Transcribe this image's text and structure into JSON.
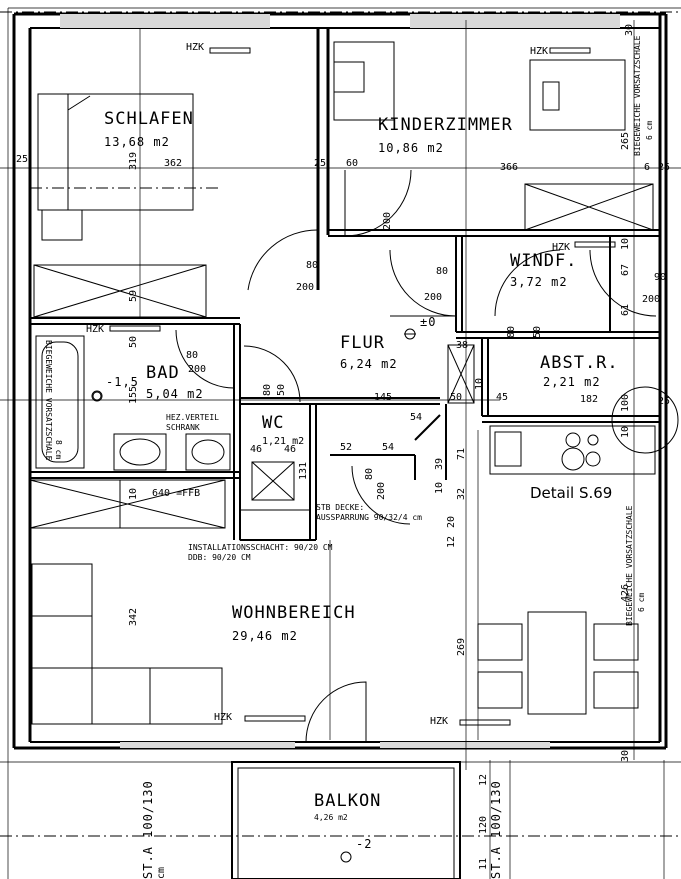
{
  "rooms": {
    "schlafen": {
      "name": "SCHLAFEN",
      "area": "13,68 m2"
    },
    "kinderzimmer": {
      "name": "KINDERZIMMER",
      "area": "10,86 m2"
    },
    "windf": {
      "name": "WINDF.",
      "area": "3,72 m2"
    },
    "flur": {
      "name": "FLUR",
      "area": "6,24 m2",
      "level": "±0"
    },
    "bad": {
      "name": "BAD",
      "area": "5,04 m2",
      "level": "-1,5"
    },
    "wc": {
      "name": "WC",
      "area": "1,21 m2"
    },
    "abstr": {
      "name": "ABST.R.",
      "area": "2,21 m2"
    },
    "wohnbereich": {
      "name": "WOHNBEREICH",
      "area": "29,46 m2"
    },
    "balkon": {
      "name": "BALKON",
      "area": "4,26 m2",
      "level": "-2"
    }
  },
  "labels": {
    "hzk": "HZK",
    "hezverteil": "HEZ.VERTEIL",
    "schrank": "SCHRANK",
    "ffb": "640 =FFB",
    "schacht1": "INSTALLATIONSSCHACHT: 90/20 CM",
    "schacht2": "DDB: 90/20 CM",
    "stb1": "STB DECKE:",
    "stb2": "AUSSPARRUNG 90/32/4 cm",
    "detail": "Detail S.69",
    "vorsatz_left": "BIEGEWEICHE VORSATZSCHALE",
    "vorsatz_left_cm": "8 cm",
    "vorsatz_right_top": "BIEGEWEICHE VORSATZSCHALE",
    "vorsatz_right_top_cm": "6 cm",
    "vorsatz_right_bot": "BIEGEWEICHE VORSATZSCHALE",
    "vorsatz_right_bot_cm": "6 cm",
    "st_a_left": "ST.A 100/130",
    "st_a_right": "ST.A 100/130",
    "cm": "cm"
  },
  "dims": {
    "d25a": "25",
    "d362": "362",
    "d319": "319",
    "d25b": "25",
    "d60": "60",
    "d366": "366",
    "d25c": "25",
    "d6": "6",
    "d30": "30",
    "d265": "265",
    "d200a": "200",
    "d80a": "80",
    "d200b": "200",
    "d80b": "80",
    "d200c": "200",
    "d10a": "10",
    "d67": "67",
    "d90": "90",
    "d200d": "200",
    "d61": "61",
    "d59": "59",
    "d50": "50",
    "d80c": "80",
    "d200e": "200",
    "d80d": "80",
    "d50b": "50",
    "d38": "38",
    "d80e": "80",
    "d50c": "50",
    "d100a": "100",
    "d155": "155",
    "d10b": "10",
    "d80f": "80",
    "d50d": "50",
    "d145": "145",
    "d54a": "54",
    "d50e": "50",
    "d45": "45",
    "d182": "182",
    "d25d": "25",
    "d10c": "10",
    "d52": "52",
    "d54b": "54",
    "d46a": "46",
    "d46b": "46",
    "d131": "131",
    "d39": "39",
    "d71": "71",
    "d200f": "200",
    "d80g": "80",
    "d10d": "10",
    "d32": "32",
    "d20": "20",
    "d12": "12",
    "d10e": "10",
    "d342": "342",
    "d269": "269",
    "d426": "426",
    "d30b": "30",
    "d12b": "12",
    "d120": "120",
    "d11": "11"
  }
}
